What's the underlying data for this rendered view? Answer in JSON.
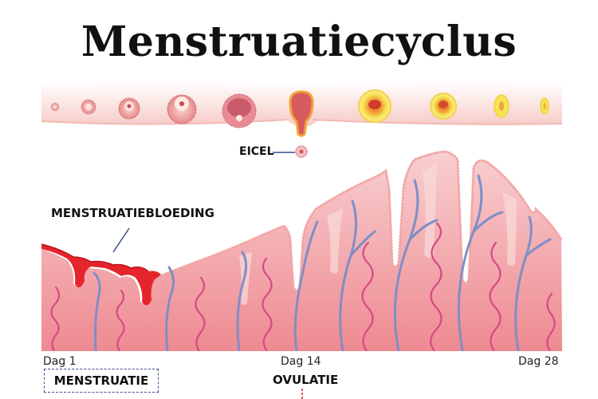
{
  "title": "Menstruatiecyclus",
  "labels": {
    "egg": "EICEL",
    "bleeding": "MENSTRUATIEBLOEDING"
  },
  "timeline": {
    "day_start": "Dag 1",
    "day_mid": "Dag 14",
    "day_end": "Dag 28"
  },
  "phases": {
    "menstruation": "MENSTRUATIE",
    "ovulation": "OVULATIE"
  },
  "colors": {
    "tissue_light": "#f7c3c3",
    "tissue_dark": "#ec7c84",
    "blood": "#e5242b",
    "vessel_vein": "#7f8ec6",
    "vessel_artery": "#d64a86",
    "corpus_luteum": "#f6e04a",
    "dashed_box": "#3a4d8f"
  }
}
